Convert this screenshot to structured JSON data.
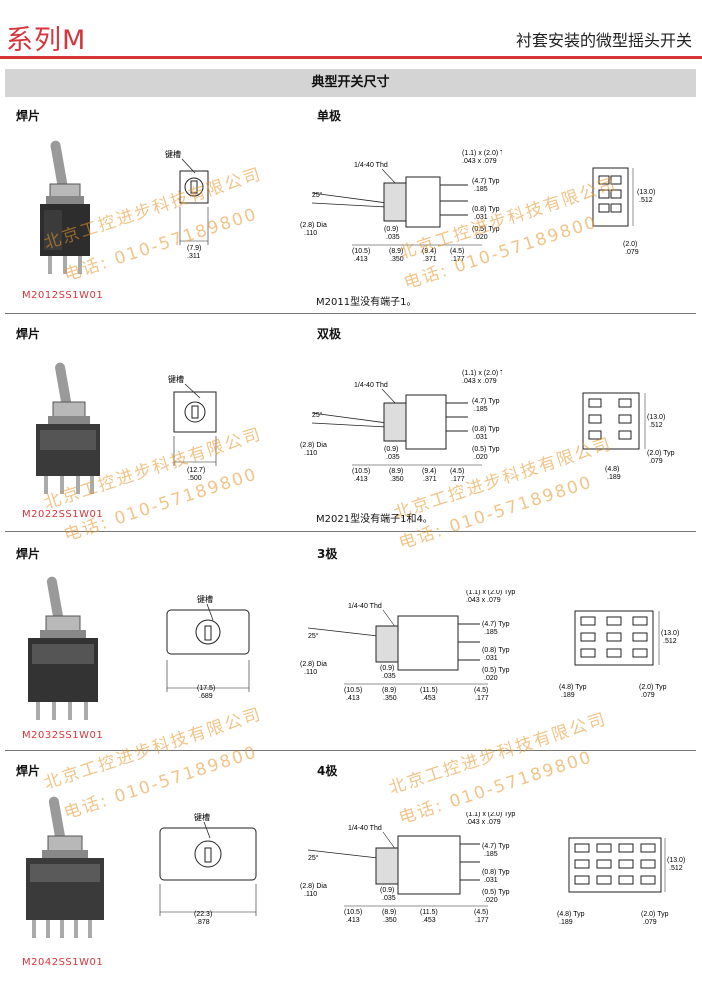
{
  "header": {
    "series": "系列M",
    "title": "衬套安装的微型摇头开关"
  },
  "band_title": "典型开关尺寸",
  "sections": [
    {
      "terminal": "焊片",
      "pole": "单极",
      "part": "M2012SS1W01",
      "note": "M2011型没有端子1。"
    },
    {
      "terminal": "焊片",
      "pole": "双极",
      "part": "M2022SS1W01",
      "note": "M2021型没有端子1和4。"
    },
    {
      "terminal": "焊片",
      "pole": "3极",
      "part": "M2032SS1W01",
      "note": ""
    },
    {
      "terminal": "焊片",
      "pole": "4极",
      "part": "M2042SS1W01",
      "note": ""
    }
  ],
  "drawing_labels": {
    "keyway": "键槽",
    "thread": "1/4-40 Thd",
    "angle": "25°",
    "dia_mm": "(2.8) Dia",
    "dia_in": ".110",
    "d11": "(1.1) x (2.0) Typ",
    "d11_in": ".043 x .079",
    "d47": "(4.7) Typ",
    "d47_in": ".185",
    "d08": "(0.8) Typ",
    "d08_in": ".031",
    "d05": "(0.5) Typ",
    "d05_in": ".020",
    "d09": "(0.9)",
    "d09_in": ".035",
    "d105": "(10.5)",
    "d105_in": ".413",
    "d89": "(8.9)",
    "d89_in": ".350",
    "d94": "(9.4)",
    "d94_in": ".371",
    "d115": "(11.5)",
    "d115_in": ".453",
    "d45": "(4.5)",
    "d45_in": ".177",
    "d130": "(13.0)",
    "d130_in": ".512",
    "d20": "(2.0)",
    "d20_in": ".079",
    "d20typ": "(2.0) Typ",
    "d48": "(4.8)",
    "d48typ": "(4.8) Typ",
    "d48_in": ".189",
    "w1": "(7.9)",
    "w1_in": ".311",
    "w2": "(12.7)",
    "w2_in": ".500",
    "w3": "(17.5)",
    "w3_in": ".689",
    "w4": "(22.3)",
    "w4_in": ".878"
  },
  "watermark": {
    "company": "北京工控进步科技有限公司",
    "phone": "电话: 010-57189800"
  }
}
